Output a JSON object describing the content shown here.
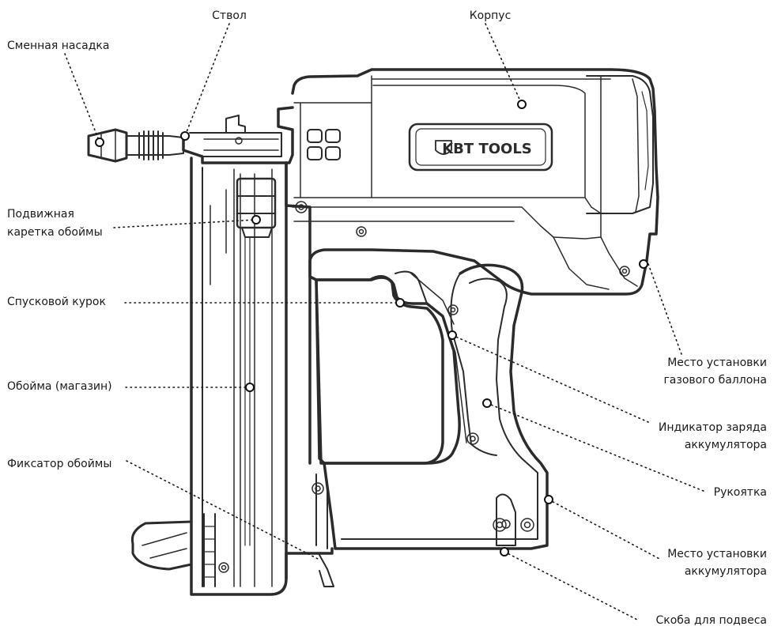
{
  "logo": {
    "text": "KBT TOOLS"
  },
  "labels": {
    "korpus": "Корпус",
    "stvol": "Ствол",
    "nasadka": "Сменная насадка",
    "karetka_1": "Подвижная",
    "karetka_2": "каретка обоймы",
    "kurok": "Спусковой курок",
    "oboyma": "Обойма (магазин)",
    "fiksator": "Фиксатор обоймы",
    "gaz_1": "Место установки",
    "gaz_2": "газового баллона",
    "indikator_1": "Индикатор заряда",
    "indikator_2": "аккумулятора",
    "rukoyatka": "Рукоятка",
    "akkum_1": "Место установки",
    "akkum_2": "аккумулятора",
    "skoba": "Скоба для подвеса"
  },
  "colors": {
    "stroke": "#2b2b2b",
    "text": "#1a1a1a",
    "background": "#ffffff"
  }
}
